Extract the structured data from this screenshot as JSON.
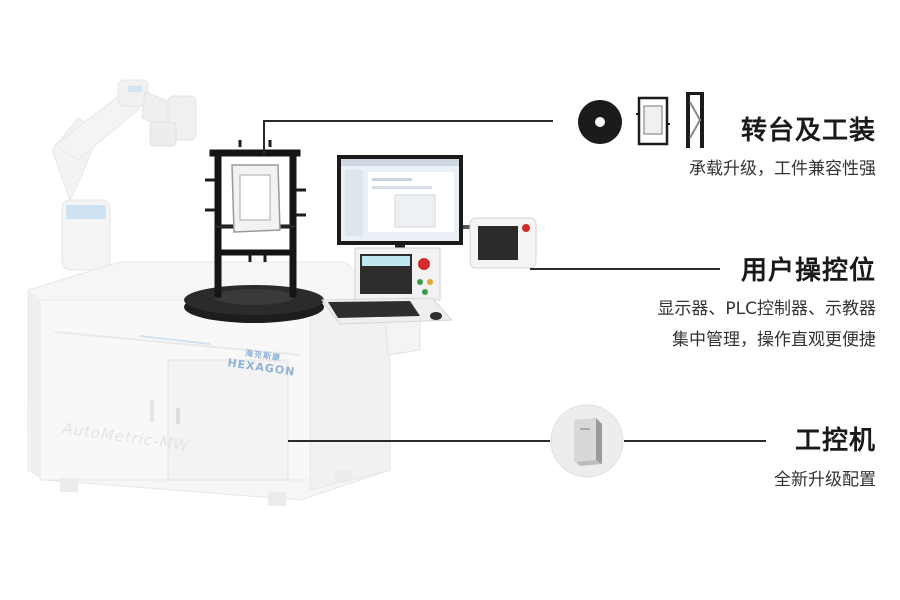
{
  "features": [
    {
      "title": "转台及工装",
      "lines": [
        "承载升级，工件兼容性强"
      ],
      "icons": [
        "turntable-disc-icon",
        "fixture-frame-icon",
        "fixture-rack-icon"
      ]
    },
    {
      "title": "用户操控位",
      "lines": [
        "显示器、PLC控制器、示教器",
        "集中管理，操作直观更便捷"
      ]
    },
    {
      "title": "工控机",
      "lines": [
        "全新升级配置"
      ],
      "icons": [
        "industrial-pc-icon"
      ]
    }
  ],
  "machine": {
    "brand_cn": "海克斯康",
    "brand_en": "HEXAGON",
    "model": "AutoMetric-MW"
  },
  "colors": {
    "accent_line": "#2a2a2a",
    "cabinet": "#f4f4f4",
    "brand": "#8fb2d6",
    "emergency": "#d32b2b"
  }
}
